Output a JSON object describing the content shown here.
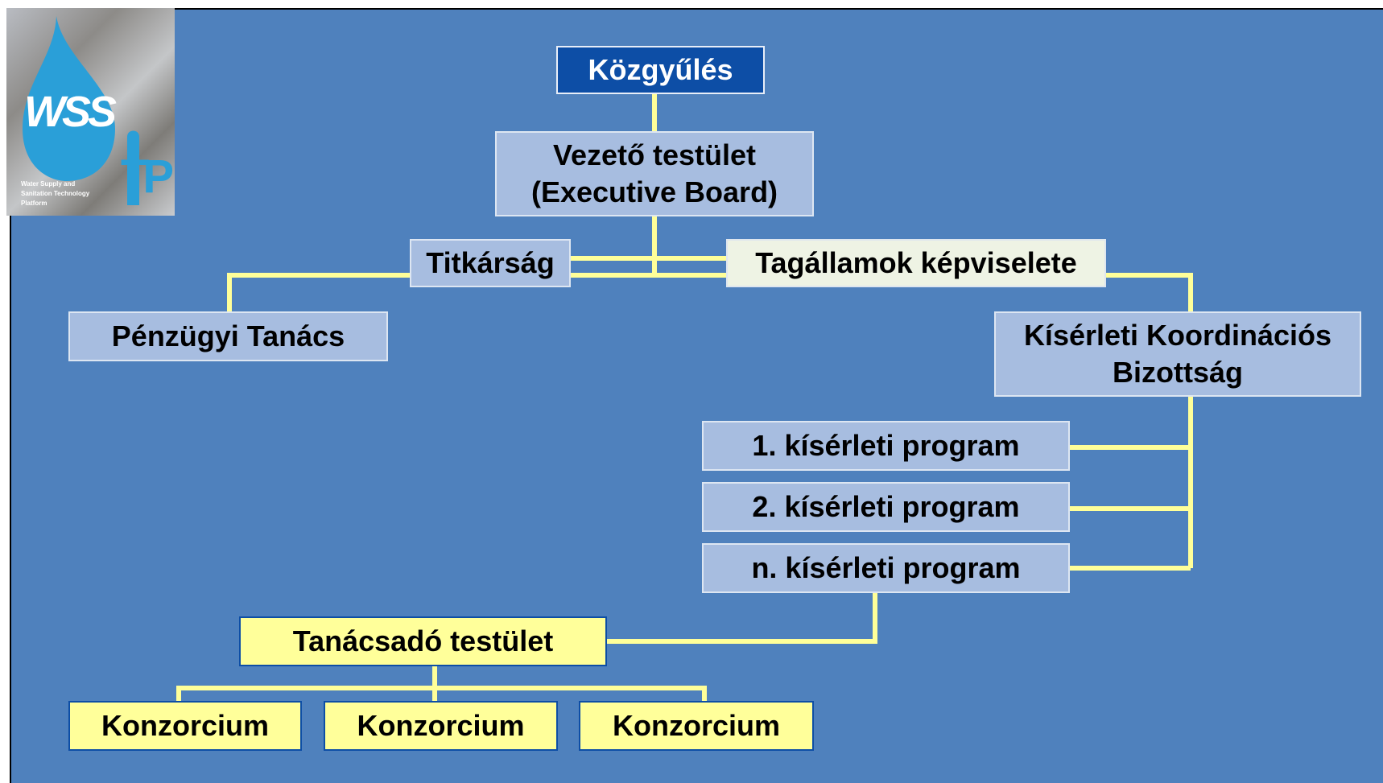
{
  "logo": {
    "mark": "WSS",
    "tp": "TP",
    "caption_lines": [
      "Water Supply and",
      "Sanitation Technology",
      "Platform"
    ]
  },
  "nodes": {
    "kozgyules": "Közgyűlés",
    "vezeto_line1": "Vezető testület",
    "vezeto_line2": "(Executive Board)",
    "titkarsag": "Titkárság",
    "tagallamok": "Tagállamok képviselete",
    "penzugyi": "Pénzügyi Tanács",
    "kiserleti_line1": "Kísérleti Koordinációs",
    "kiserleti_line2": "Bizottság",
    "program1": "1. kísérleti program",
    "program2": "2. kísérleti program",
    "programn": "n. kísérleti program",
    "tanacsado": "Tanácsadó testület",
    "konzorcium": [
      "Konzorcium",
      "Konzorcium",
      "Konzorcium"
    ]
  },
  "colors": {
    "background": "#4f81bd",
    "connector": "#ffff99",
    "box_fill": "#a7bde0",
    "dark_box_fill": "#0d4ea6",
    "yellow_box_fill": "#ffff9a"
  }
}
